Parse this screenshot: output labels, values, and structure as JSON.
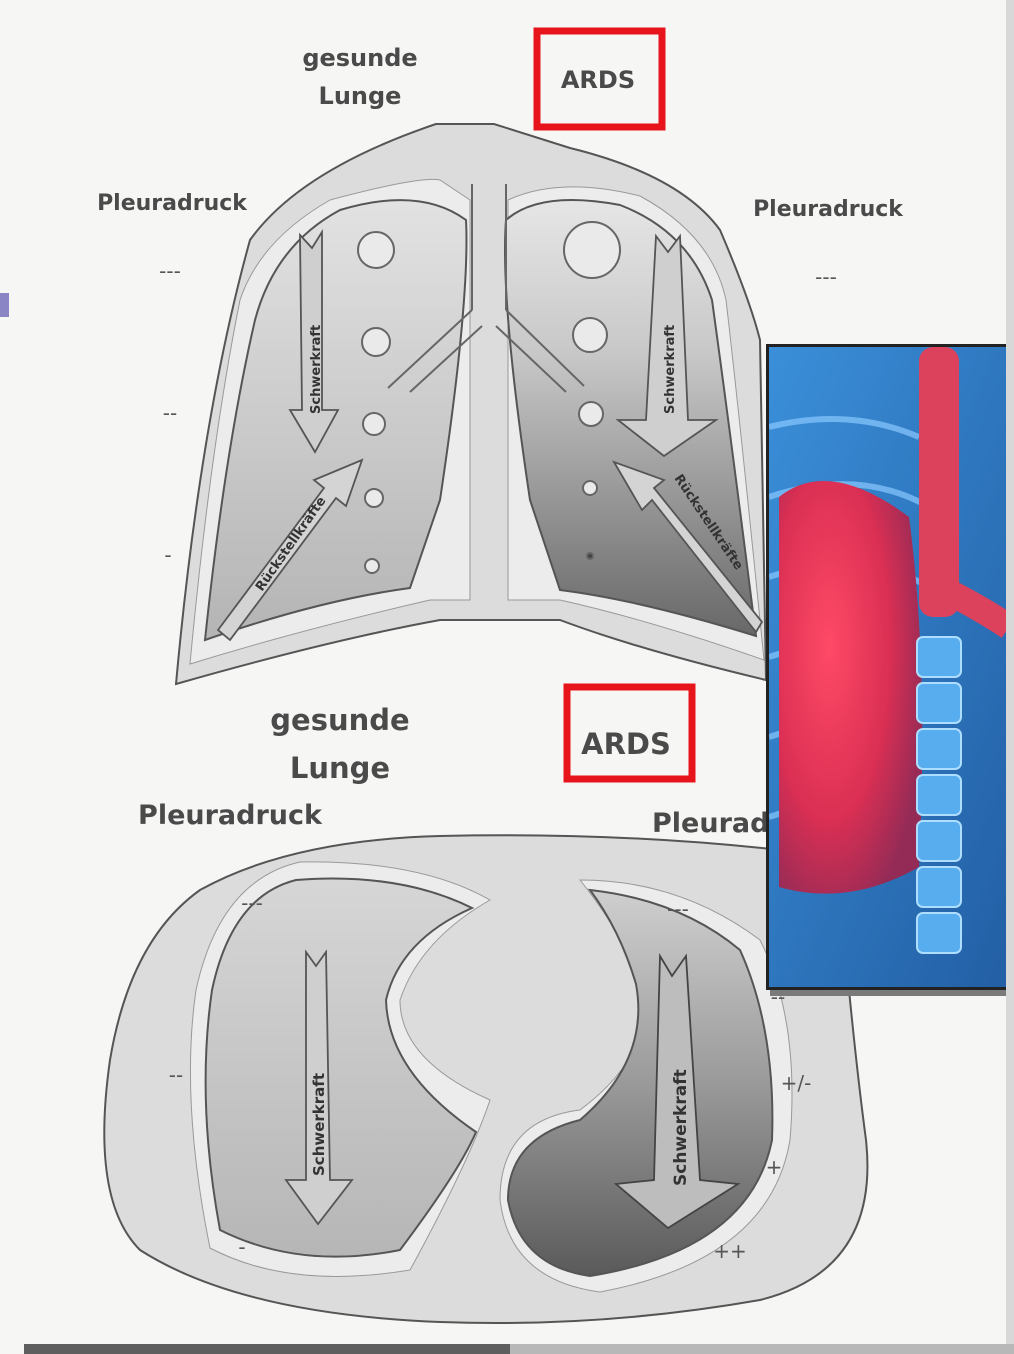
{
  "top_diagram": {
    "label_healthy": [
      "gesunde",
      "Lunge"
    ],
    "label_ards": "ARDS",
    "pleural_left": "Pleuradruck",
    "pleural_right": "Pleuradruck",
    "left_signs": [
      "---",
      "--",
      "-"
    ],
    "right_sign_top": "---",
    "arrow_gravity_left": "Schwerkraft",
    "arrow_gravity_right": "Schwerkraft",
    "arrow_recoil_left": "Rückstellkräfte",
    "arrow_recoil_right": "Rückstellkräfte"
  },
  "bottom_diagram": {
    "label_healthy": [
      "gesunde",
      "Lunge"
    ],
    "label_ards": "ARDS",
    "pleural_left": "Pleuradruck",
    "pleural_right": "Pleuradr",
    "left_signs": [
      "---",
      "--",
      "-"
    ],
    "right_signs": [
      "---",
      "--",
      "+/-",
      "+",
      "++"
    ],
    "arrow_gravity_left": "Schwerkraft",
    "arrow_gravity_right": "Schwerkraft"
  },
  "colors": {
    "highlight_box": "#e8141b",
    "lung_fill": "#c4c4c4",
    "pleura_fill": "#dcdcdc",
    "photo_lung_red": "#d81e45",
    "photo_bg_blue": "#1f74c4"
  }
}
